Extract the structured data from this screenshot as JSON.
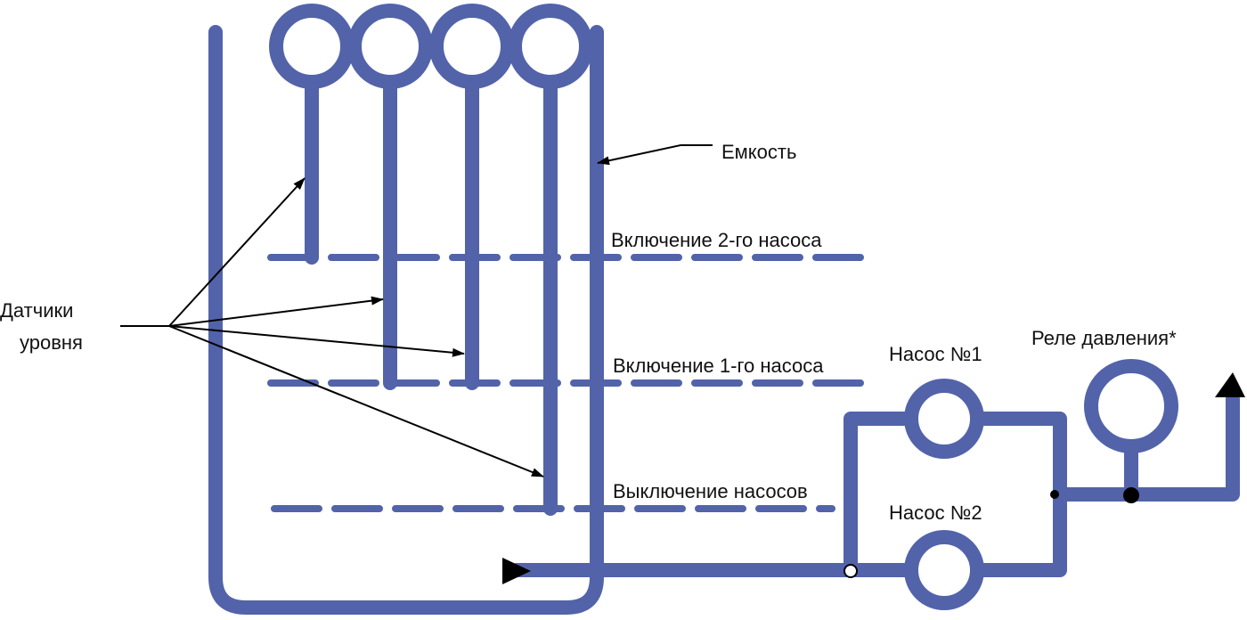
{
  "labels": {
    "tank": "Емкость",
    "level_pump2_on": "Включение 2-го насоса",
    "level_pump1_on": "Включение 1-го насоса",
    "level_pumps_off": "Выключение насосов",
    "sensors_line1": "Датчики",
    "sensors_line2": "уровня",
    "pump1": "Насос №1",
    "pump2": "Насос №2",
    "pressure_relay": "Реле давления*"
  },
  "colors": {
    "pipe": "#5263a9",
    "annotation": "#000000",
    "background": "#ffffff"
  }
}
